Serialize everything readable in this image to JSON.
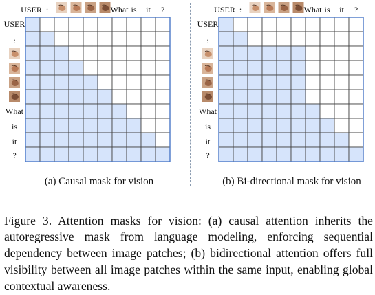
{
  "tokens": [
    "USER",
    ":",
    "img1",
    "img2",
    "img3",
    "img4",
    "What",
    "is",
    "it",
    "?"
  ],
  "top_tokens": [
    "USER",
    ":",
    "img1",
    "img2",
    "img3",
    "img4",
    "What",
    "is",
    "it",
    "?"
  ],
  "panels": [
    {
      "id": "causal",
      "caption": "(a) Causal mask for vision",
      "mask_rows": [
        [
          1,
          0,
          0,
          0,
          0,
          0,
          0,
          0,
          0,
          0
        ],
        [
          1,
          1,
          0,
          0,
          0,
          0,
          0,
          0,
          0,
          0
        ],
        [
          1,
          1,
          1,
          0,
          0,
          0,
          0,
          0,
          0,
          0
        ],
        [
          1,
          1,
          1,
          1,
          0,
          0,
          0,
          0,
          0,
          0
        ],
        [
          1,
          1,
          1,
          1,
          1,
          0,
          0,
          0,
          0,
          0
        ],
        [
          1,
          1,
          1,
          1,
          1,
          1,
          0,
          0,
          0,
          0
        ],
        [
          1,
          1,
          1,
          1,
          1,
          1,
          1,
          0,
          0,
          0
        ],
        [
          1,
          1,
          1,
          1,
          1,
          1,
          1,
          1,
          0,
          0
        ],
        [
          1,
          1,
          1,
          1,
          1,
          1,
          1,
          1,
          1,
          0
        ],
        [
          1,
          1,
          1,
          1,
          1,
          1,
          1,
          1,
          1,
          1
        ]
      ]
    },
    {
      "id": "bidirectional",
      "caption": "(b) Bi-directional mask for vision",
      "mask_rows": [
        [
          1,
          0,
          0,
          0,
          0,
          0,
          0,
          0,
          0,
          0
        ],
        [
          1,
          1,
          0,
          0,
          0,
          0,
          0,
          0,
          0,
          0
        ],
        [
          1,
          1,
          1,
          1,
          1,
          1,
          0,
          0,
          0,
          0
        ],
        [
          1,
          1,
          1,
          1,
          1,
          1,
          0,
          0,
          0,
          0
        ],
        [
          1,
          1,
          1,
          1,
          1,
          1,
          0,
          0,
          0,
          0
        ],
        [
          1,
          1,
          1,
          1,
          1,
          1,
          0,
          0,
          0,
          0
        ],
        [
          1,
          1,
          1,
          1,
          1,
          1,
          1,
          0,
          0,
          0
        ],
        [
          1,
          1,
          1,
          1,
          1,
          1,
          1,
          1,
          0,
          0
        ],
        [
          1,
          1,
          1,
          1,
          1,
          1,
          1,
          1,
          1,
          0
        ],
        [
          1,
          1,
          1,
          1,
          1,
          1,
          1,
          1,
          1,
          1
        ]
      ]
    }
  ],
  "colors": {
    "attend": "#d6e4fb",
    "masked": "#ffffff",
    "grid": "#444444",
    "outer_border": "#4a78c8",
    "divider": "#8a9bb0"
  },
  "caption": "Figure 3. Attention masks for vision: (a) causal attention inherits the autoregressive mask from language modeling, enforcing sequential dependency between image patches; (b) bidirectional attention offers full visibility between all image patches within the same input, enabling global contextual awareness."
}
